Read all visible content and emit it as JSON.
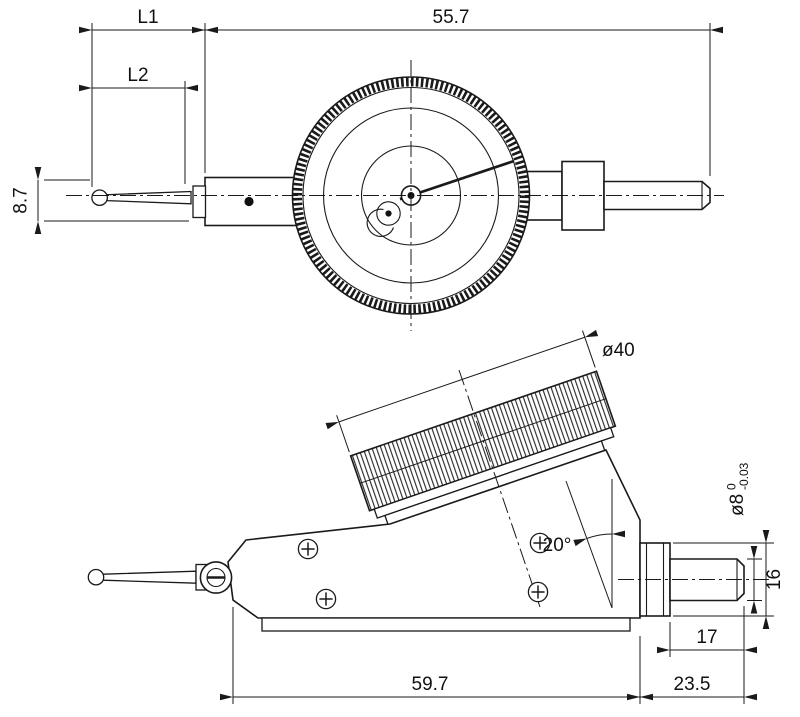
{
  "meta": {
    "background": "#ffffff",
    "line_color": "#1a1a1a"
  },
  "front": {
    "l1": "L1",
    "l2": "L2",
    "w557": "55.7",
    "h87": "8.7"
  },
  "side": {
    "d40": "ø40",
    "a20": "20°",
    "d8": "ø8",
    "tol0": "0",
    "tol003": "-0.03",
    "h16": "16",
    "l17": "17",
    "l235": "23.5",
    "l597": "59.7"
  }
}
